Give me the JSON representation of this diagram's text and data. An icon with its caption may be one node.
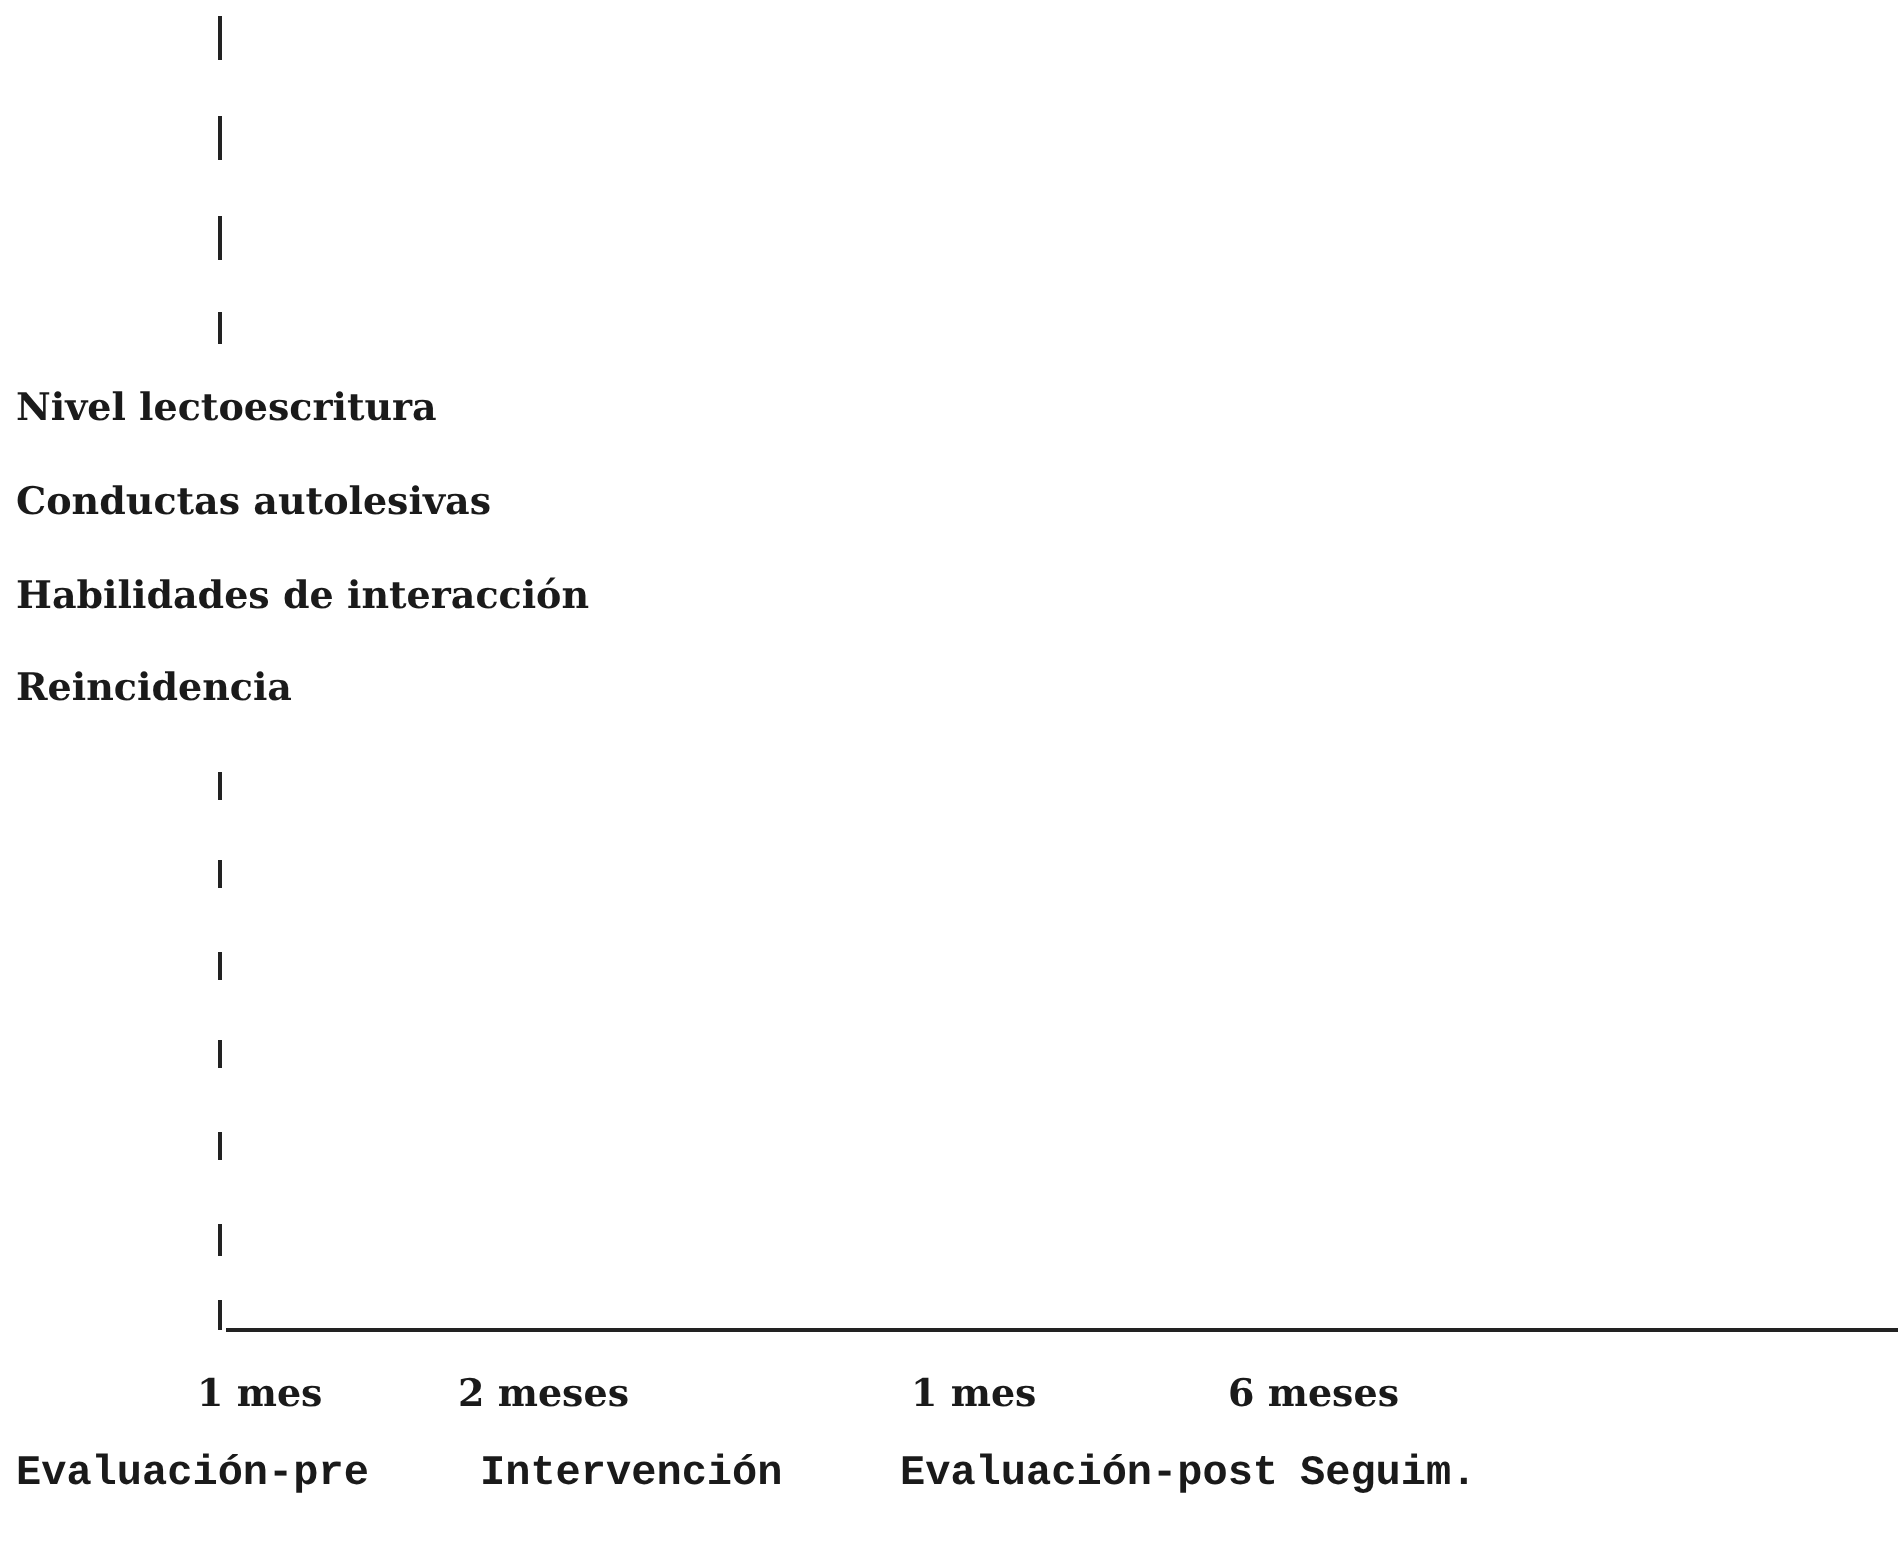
{
  "diagram": {
    "labels": [
      "Nivel lectoescritura",
      "Conductas autolesivas",
      "Habilidades de interacción",
      "Reincidencia",
      "1 mes",
      "2 meses",
      "1 mes",
      "6 meses",
      "Evaluación-pre",
      "Intervención",
      "Evaluación-post",
      "Seguim."
    ]
  }
}
